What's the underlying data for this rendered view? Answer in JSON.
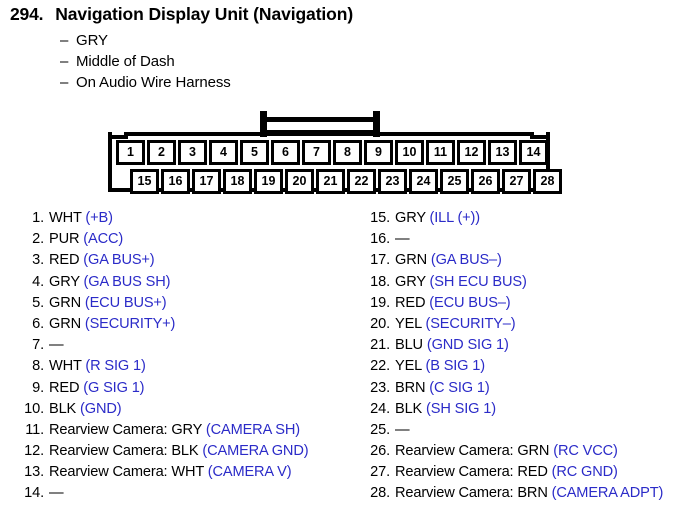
{
  "heading": {
    "number": "294.",
    "title": "Navigation Display Unit (Navigation)",
    "dash": "–",
    "sub_lines": [
      "GRY",
      "Middle of Dash",
      "On Audio Wire Harness"
    ]
  },
  "connector": {
    "name": "28-pin-connector",
    "top_row_pins": [
      "1",
      "2",
      "3",
      "4",
      "5",
      "6",
      "7",
      "8",
      "9",
      "10",
      "11",
      "12",
      "13",
      "14"
    ],
    "bottom_row_pins": [
      "15",
      "16",
      "17",
      "18",
      "19",
      "20",
      "21",
      "22",
      "23",
      "24",
      "25",
      "26",
      "27",
      "28"
    ],
    "latch_span_pins": [
      "6",
      "7",
      "8",
      "9"
    ]
  },
  "pin_list": {
    "left_column": [
      {
        "num": "1.",
        "wire": "WHT",
        "signal": "(+B)"
      },
      {
        "num": "2.",
        "wire": "PUR",
        "signal": "(ACC)"
      },
      {
        "num": "3.",
        "wire": "RED",
        "signal": "(GA BUS+)"
      },
      {
        "num": "4.",
        "wire": "GRY",
        "signal": "(GA BUS SH)"
      },
      {
        "num": "5.",
        "wire": "GRN",
        "signal": "(ECU BUS+)"
      },
      {
        "num": "6.",
        "wire": "GRN",
        "signal": "(SECURITY+)"
      },
      {
        "num": "7.",
        "wire": "—",
        "signal": ""
      },
      {
        "num": "8.",
        "wire": "WHT",
        "signal": "(R SIG 1)"
      },
      {
        "num": "9.",
        "wire": "RED",
        "signal": "(G SIG 1)"
      },
      {
        "num": "10.",
        "wire": "BLK",
        "signal": "(GND)"
      },
      {
        "num": "11.",
        "wire": "Rearview Camera: GRY",
        "signal": "(CAMERA SH)"
      },
      {
        "num": "12.",
        "wire": "Rearview Camera: BLK",
        "signal": "(CAMERA GND)"
      },
      {
        "num": "13.",
        "wire": "Rearview Camera: WHT",
        "signal": "(CAMERA V)"
      },
      {
        "num": "14.",
        "wire": "—",
        "signal": ""
      }
    ],
    "right_column": [
      {
        "num": "15.",
        "wire": "GRY",
        "signal": "(ILL (+))"
      },
      {
        "num": "16.",
        "wire": "—",
        "signal": ""
      },
      {
        "num": "17.",
        "wire": "GRN",
        "signal": "(GA BUS–)"
      },
      {
        "num": "18.",
        "wire": "GRY",
        "signal": "(SH ECU BUS)"
      },
      {
        "num": "19.",
        "wire": "RED",
        "signal": "(ECU BUS–)"
      },
      {
        "num": "20.",
        "wire": "YEL",
        "signal": "(SECURITY–)"
      },
      {
        "num": "21.",
        "wire": "BLU",
        "signal": "(GND SIG 1)"
      },
      {
        "num": "22.",
        "wire": "YEL",
        "signal": "(B SIG 1)"
      },
      {
        "num": "23.",
        "wire": "BRN",
        "signal": "(C SIG 1)"
      },
      {
        "num": "24.",
        "wire": "BLK",
        "signal": "(SH SIG 1)"
      },
      {
        "num": "25.",
        "wire": "—",
        "signal": ""
      },
      {
        "num": "26.",
        "wire": "Rearview Camera: GRN",
        "signal": "(RC VCC)"
      },
      {
        "num": "27.",
        "wire": "Rearview Camera: RED",
        "signal": "(RC GND)"
      },
      {
        "num": "28.",
        "wire": "Rearview Camera: BRN",
        "signal": "(CAMERA ADPT)"
      }
    ]
  },
  "colors": {
    "signal_blue": "#2b2bc8",
    "text_black": "#000000",
    "background": "#ffffff"
  }
}
